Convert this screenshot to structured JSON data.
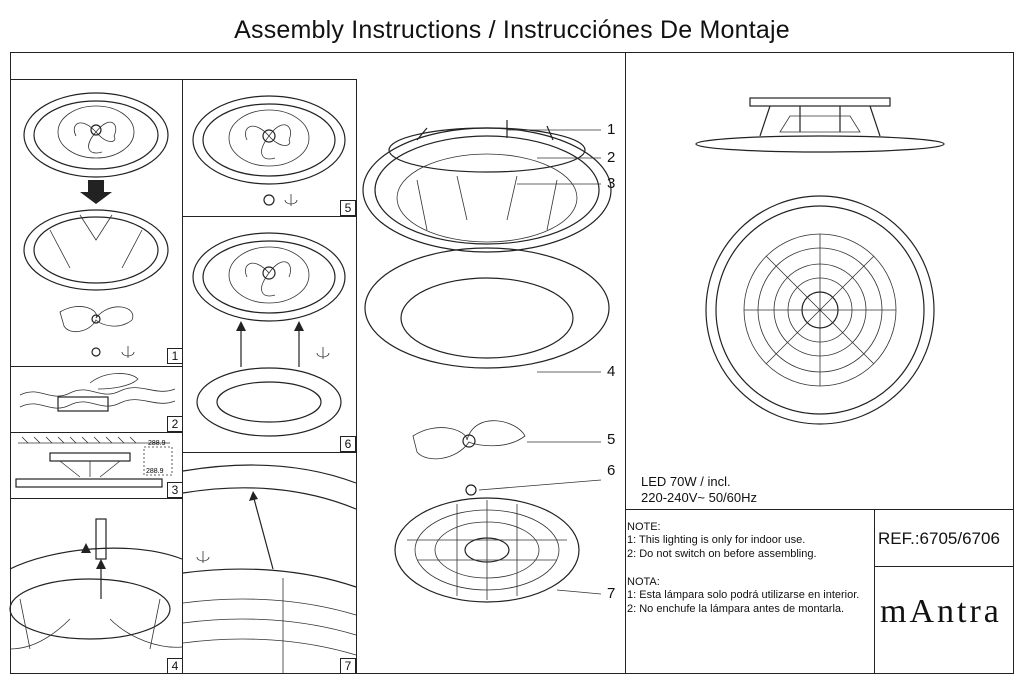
{
  "title": "Assembly Instructions / Instrucciónes De Montaje",
  "step_numbers": [
    "1",
    "2",
    "3",
    "4",
    "5",
    "6",
    "7"
  ],
  "callouts": [
    "1",
    "2",
    "3",
    "4",
    "5",
    "6",
    "7"
  ],
  "spec": {
    "line1": "LED 70W /  incl.",
    "line2": "220-240V~  50/60Hz"
  },
  "note_en": {
    "heading": "NOTE:",
    "line1": "1: This lighting is only for indoor use.",
    "line2": "2: Do not switch on before assembling."
  },
  "note_es": {
    "heading": "NOTA:",
    "line1": "1: Esta lámpara solo podrá utilizarse en interior.",
    "line2": "2: No enchufe la lámpara antes de montarla."
  },
  "ref": "REF.:6705/6706",
  "brand": "mAntra",
  "dims": {
    "d1": "288.9",
    "d2": "288.9"
  }
}
